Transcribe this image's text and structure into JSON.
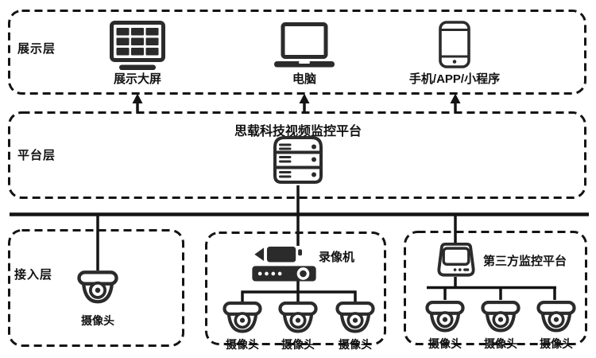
{
  "colors": {
    "ink": "#141414",
    "icon": "#2b2b2b",
    "background": "#ffffff"
  },
  "layers": {
    "display": {
      "label": "展示层",
      "items": [
        {
          "name": "big-screen",
          "icon": "video-wall-icon",
          "label": "展示大屏"
        },
        {
          "name": "computer",
          "icon": "laptop-icon",
          "label": "电脑"
        },
        {
          "name": "mobile",
          "icon": "smartphone-icon",
          "label": "手机/APP/小程序"
        }
      ]
    },
    "platform": {
      "label": "平台层",
      "platform_title": "思载科技视频监控平台",
      "icon": "server-icon"
    },
    "access": {
      "label": "接入层",
      "groups": [
        {
          "name": "direct-camera",
          "icon": "dome-camera-icon",
          "label": "摄像头"
        },
        {
          "name": "recorder",
          "icon": "video-recorder-icon",
          "label": "录像机",
          "cameras": [
            "摄像头",
            "摄像头",
            "摄像头"
          ]
        },
        {
          "name": "third-party",
          "icon": "nvr-box-icon",
          "label": "第三方监控平台",
          "cameras": [
            "摄像头",
            "摄像头",
            "摄像头"
          ]
        }
      ]
    }
  }
}
